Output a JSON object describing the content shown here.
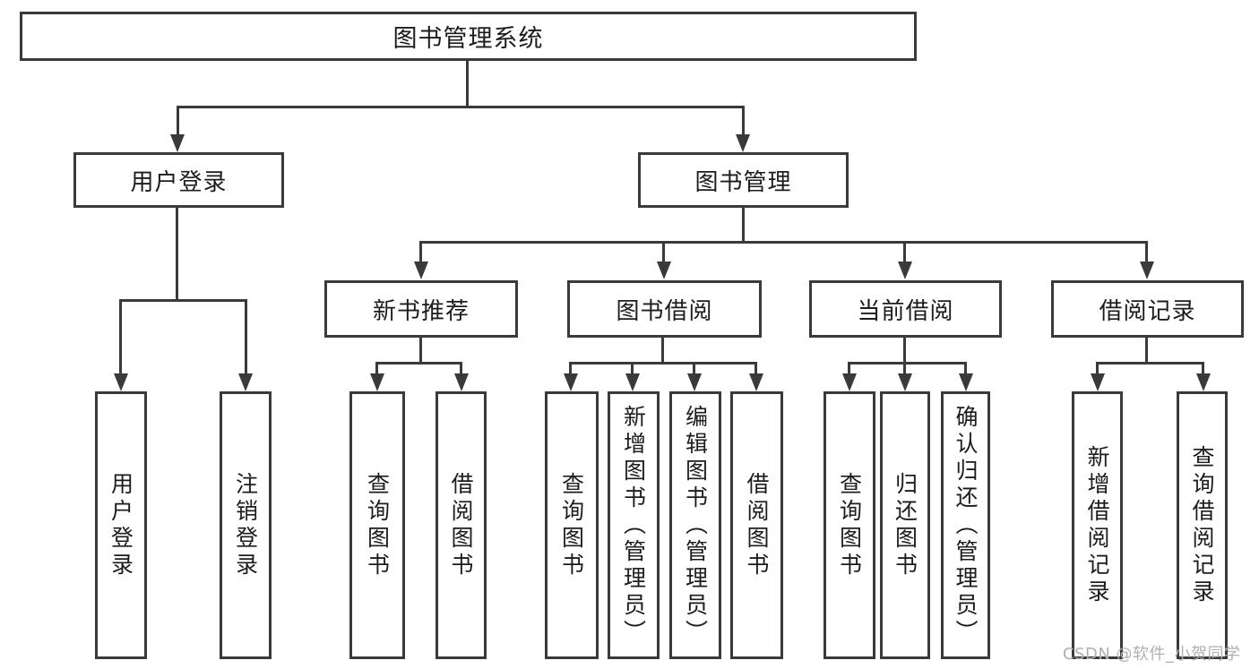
{
  "diagram_title": "图书管理系统",
  "colors": {
    "line": "#3a3a3a",
    "border": "#3a3a3a",
    "text": "#1c1c1c",
    "background": "#ffffff",
    "watermark": "#b0b0b0"
  },
  "nodes": {
    "root": {
      "label": "图书管理系统"
    },
    "level2": [
      {
        "label": "用户登录"
      },
      {
        "label": "图书管理"
      }
    ],
    "level3": [
      {
        "label": "新书推荐"
      },
      {
        "label": "图书借阅"
      },
      {
        "label": "当前借阅"
      },
      {
        "label": "借阅记录"
      }
    ],
    "level4": [
      {
        "label": "用户登录"
      },
      {
        "label": "注销登录"
      },
      {
        "label": "查询图书"
      },
      {
        "label": "借阅图书"
      },
      {
        "label": "查询图书"
      },
      {
        "label": "新增图书（管理员）"
      },
      {
        "label": "编辑图书（管理员）"
      },
      {
        "label": "借阅图书"
      },
      {
        "label": "查询图书"
      },
      {
        "label": "归还图书"
      },
      {
        "label": "确认归还（管理员）"
      },
      {
        "label": "新增借阅记录"
      },
      {
        "label": "查询借阅记录"
      }
    ]
  },
  "hierarchy": {
    "图书管理系统": {
      "用户登录": [
        "用户登录",
        "注销登录"
      ],
      "图书管理": {
        "新书推荐": [
          "查询图书",
          "借阅图书"
        ],
        "图书借阅": [
          "查询图书",
          "新增图书（管理员）",
          "编辑图书（管理员）",
          "借阅图书"
        ],
        "当前借阅": [
          "查询图书",
          "归还图书",
          "确认归还（管理员）"
        ],
        "借阅记录": [
          "新增借阅记录",
          "查询借阅记录"
        ]
      }
    }
  },
  "watermark": {
    "text": "CSDN @软件_小贺同学"
  }
}
